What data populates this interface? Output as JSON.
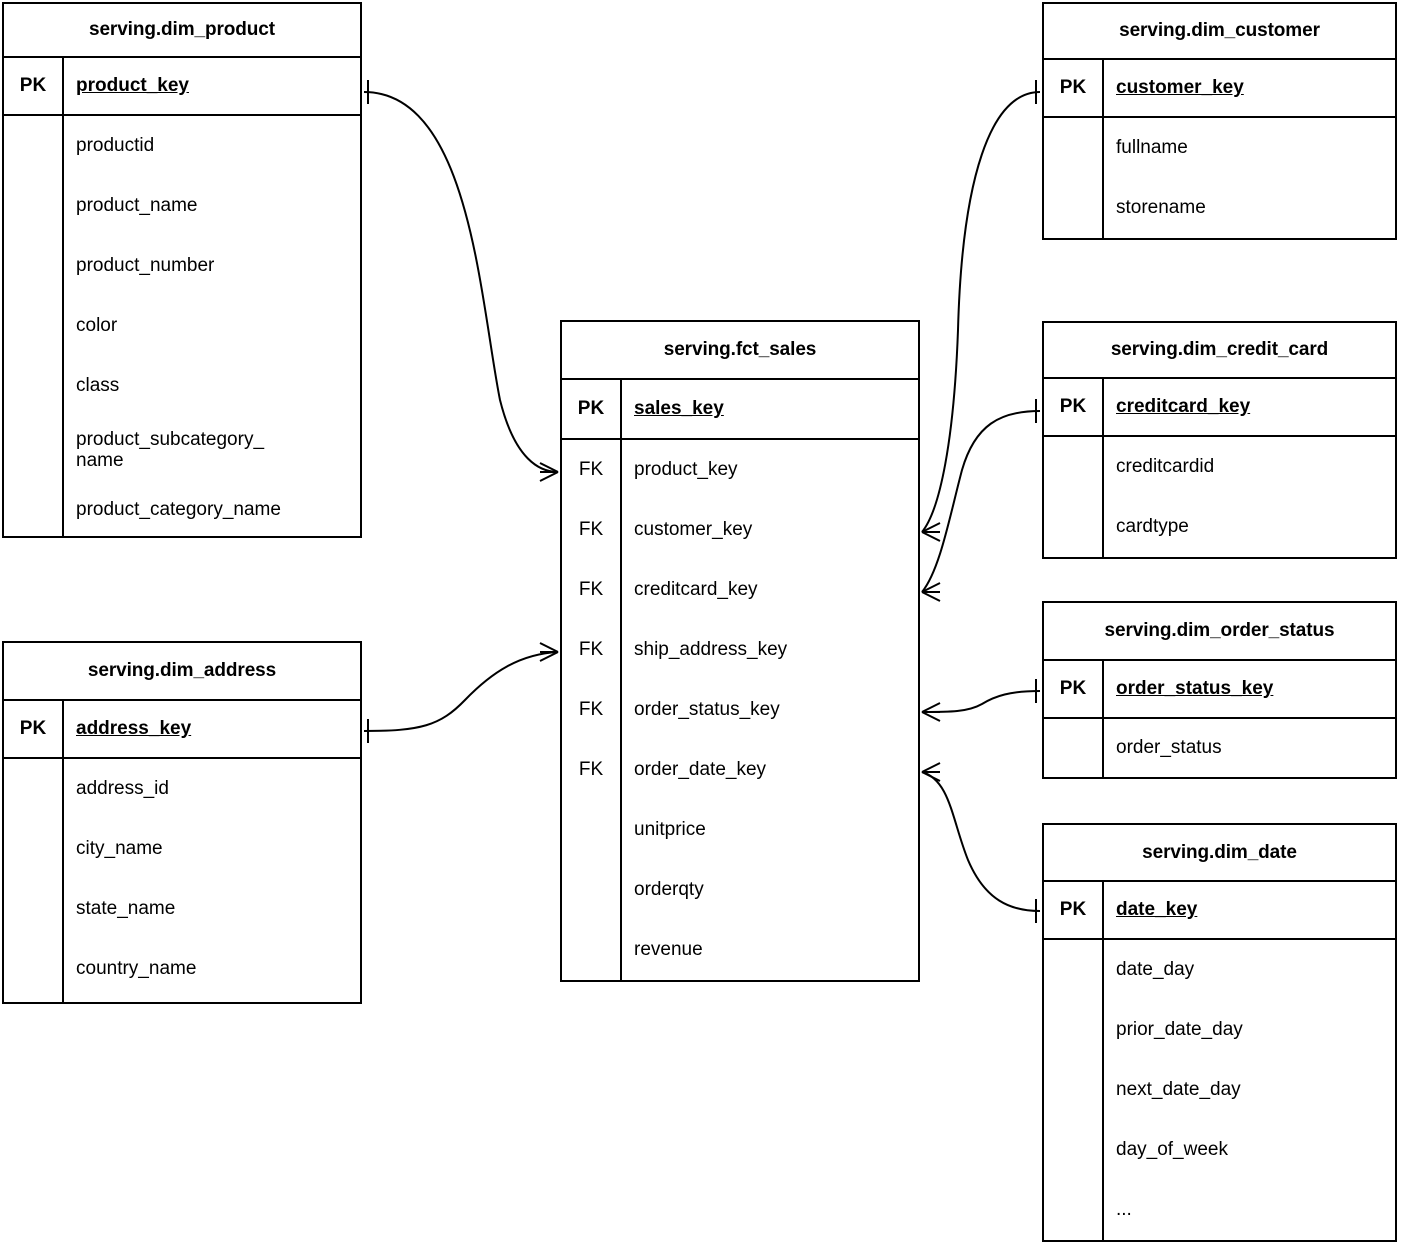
{
  "diagram": {
    "type": "entity-relationship-diagram",
    "notation": "crow's-foot",
    "background_color": "#ffffff",
    "line_color": "#000000",
    "key_labels": {
      "pk": "PK",
      "fk": "FK"
    }
  },
  "entities": {
    "dim_product": {
      "title": "serving.dim_product",
      "pk_label": "PK",
      "pk_field": "product_key",
      "attributes": [
        "productid",
        "product_name",
        "product_number",
        "color",
        "class",
        "product_subcategory_\nname",
        "product_category_name"
      ]
    },
    "dim_address": {
      "title": "serving.dim_address",
      "pk_label": "PK",
      "pk_field": "address_key",
      "attributes": [
        "address_id",
        "city_name",
        "state_name",
        "country_name"
      ]
    },
    "fct_sales": {
      "title": "serving.fct_sales",
      "pk_label": "PK",
      "pk_field": "sales_key",
      "fk_label": "FK",
      "foreign_keys": [
        "product_key",
        "customer_key",
        "creditcard_key",
        "ship_address_key",
        "order_status_key",
        "order_date_key"
      ],
      "measures": [
        "unitprice",
        "orderqty",
        "revenue"
      ]
    },
    "dim_customer": {
      "title": "serving.dim_customer",
      "pk_label": "PK",
      "pk_field": "customer_key",
      "attributes": [
        "fullname",
        "storename"
      ]
    },
    "dim_credit_card": {
      "title": "serving.dim_credit_card",
      "pk_label": "PK",
      "pk_field": "creditcard_key",
      "attributes": [
        "creditcardid",
        "cardtype"
      ]
    },
    "dim_order_status": {
      "title": "serving.dim_order_status",
      "pk_label": "PK",
      "pk_field": "order_status_key",
      "attributes": [
        "order_status"
      ]
    },
    "dim_date": {
      "title": "serving.dim_date",
      "pk_label": "PK",
      "pk_field": "date_key",
      "attributes": [
        "date_day",
        "prior_date_day",
        "next_date_day",
        "day_of_week",
        "..."
      ]
    }
  },
  "relationships": [
    {
      "from": "dim_product.product_key",
      "to": "fct_sales.product_key",
      "from_cardinality": "one",
      "to_cardinality": "many"
    },
    {
      "from": "dim_address.address_key",
      "to": "fct_sales.ship_address_key",
      "from_cardinality": "one",
      "to_cardinality": "many"
    },
    {
      "from": "dim_customer.customer_key",
      "to": "fct_sales.customer_key",
      "from_cardinality": "one",
      "to_cardinality": "many"
    },
    {
      "from": "dim_credit_card.creditcard_key",
      "to": "fct_sales.creditcard_key",
      "from_cardinality": "one",
      "to_cardinality": "many"
    },
    {
      "from": "dim_order_status.order_status_key",
      "to": "fct_sales.order_status_key",
      "from_cardinality": "one",
      "to_cardinality": "many"
    },
    {
      "from": "dim_date.date_key",
      "to": "fct_sales.order_date_key",
      "from_cardinality": "one",
      "to_cardinality": "many"
    }
  ]
}
